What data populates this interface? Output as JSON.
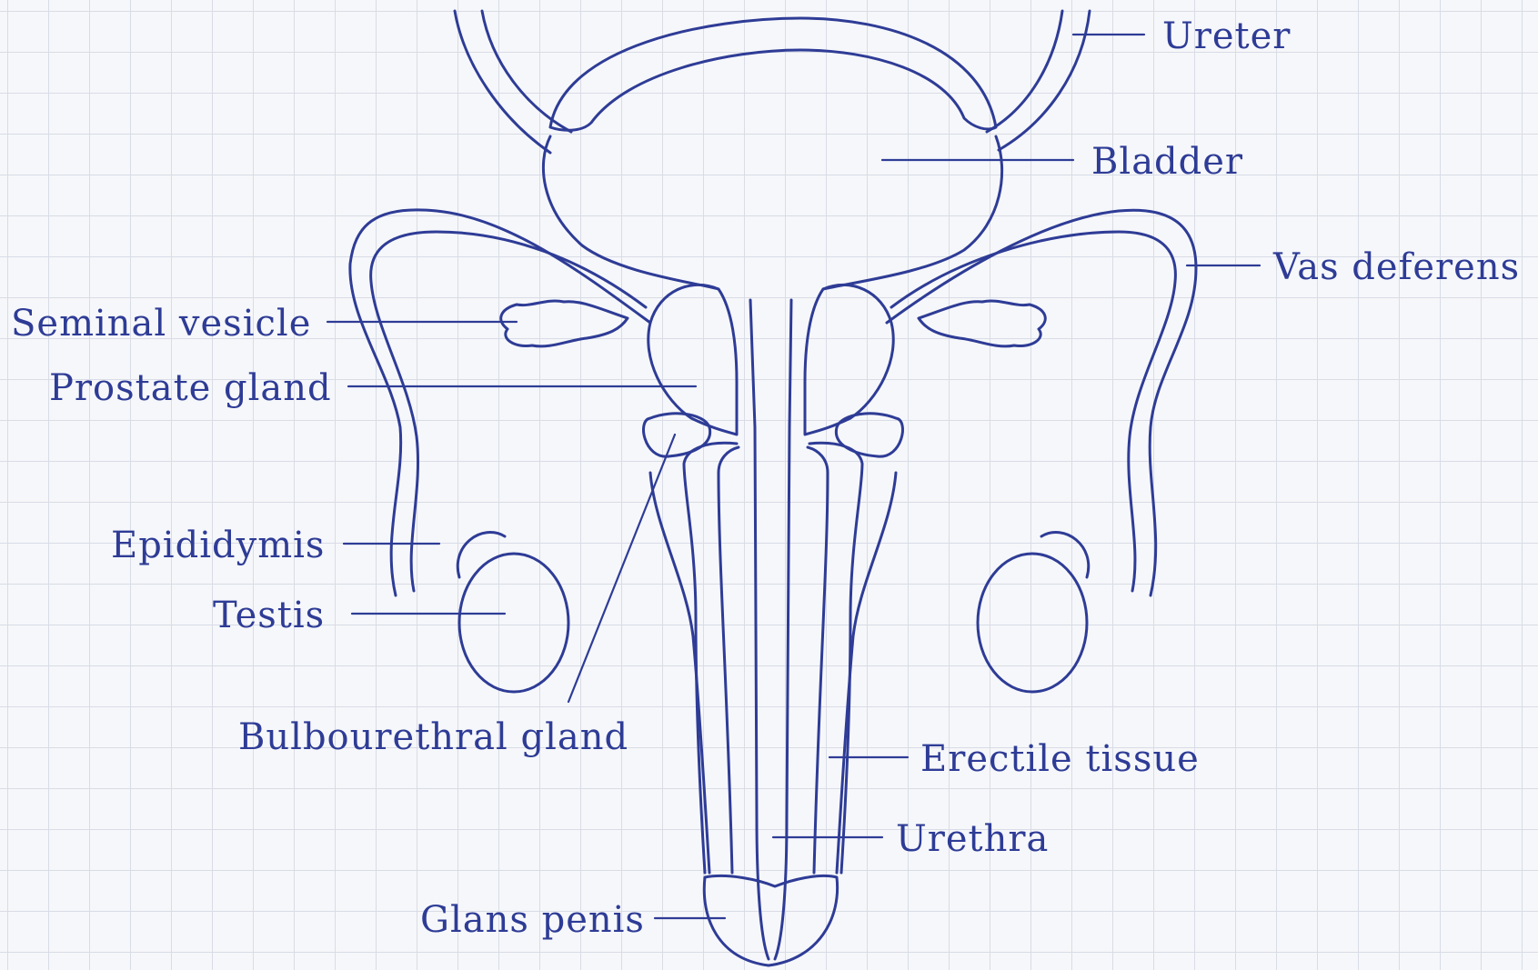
{
  "labels": {
    "ureter": "Ureter",
    "bladder": "Bladder",
    "vas_deferens": "Vas deferens",
    "seminal_vesicle": "Seminal vesicle",
    "prostate_gland": "Prostate gland",
    "epididymis": "Epididymis",
    "testis": "Testis",
    "bulbourethral_gland": "Bulbourethral gland",
    "erectile_tissue": "Erectile tissue",
    "urethra": "Urethra",
    "glans_penis": "Glans penis"
  },
  "colors": {
    "ink": "#2e3c96",
    "grid": "#d9dce6",
    "paper": "#f6f7fa"
  }
}
